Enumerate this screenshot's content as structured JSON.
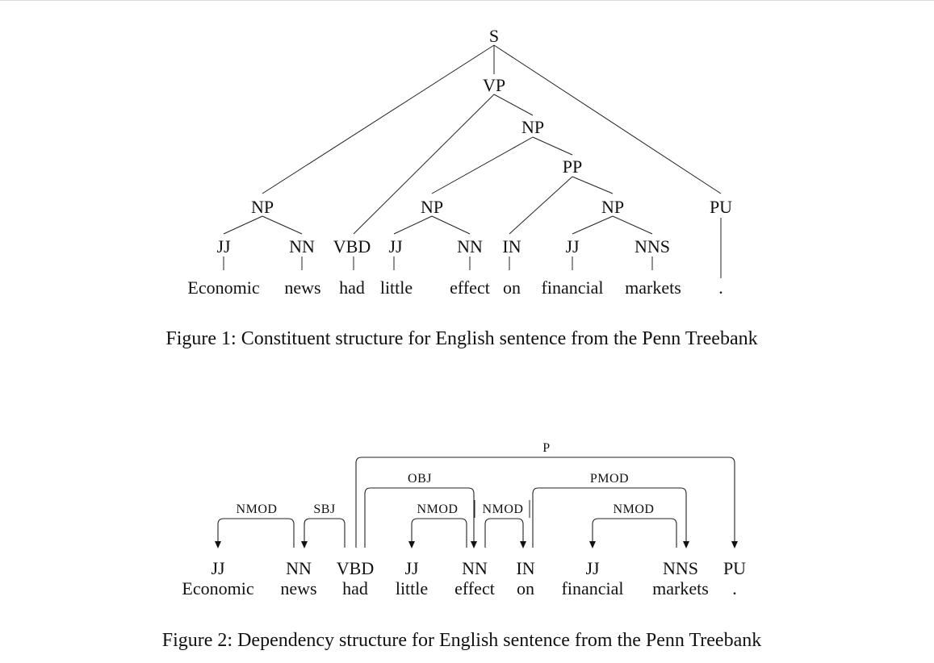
{
  "figure1": {
    "caption": "Figure 1: Constituent structure for English sentence from the Penn Treebank",
    "phrase_nodes": [
      {
        "id": "s",
        "label": "S"
      },
      {
        "id": "vp",
        "label": "VP"
      },
      {
        "id": "np-obj",
        "label": "NP"
      },
      {
        "id": "pp",
        "label": "PP"
      },
      {
        "id": "np-subj",
        "label": "NP"
      },
      {
        "id": "np-effect",
        "label": "NP"
      },
      {
        "id": "np-markets",
        "label": "NP"
      },
      {
        "id": "pu",
        "label": "PU"
      }
    ],
    "pos_tags": [
      "JJ",
      "NN",
      "VBD",
      "JJ",
      "NN",
      "IN",
      "JJ",
      "NNS"
    ],
    "words": [
      "Economic",
      "news",
      "had",
      "little",
      "effect",
      "on",
      "financial",
      "markets",
      "."
    ]
  },
  "figure2": {
    "caption": "Figure 2: Dependency structure for English sentence from the Penn Treebank",
    "pos_tags": [
      "JJ",
      "NN",
      "VBD",
      "JJ",
      "NN",
      "IN",
      "JJ",
      "NNS",
      "PU"
    ],
    "words": [
      "Economic",
      "news",
      "had",
      "little",
      "effect",
      "on",
      "financial",
      "markets",
      "."
    ],
    "arcs": [
      {
        "label": "NMOD",
        "head": "news",
        "dependent": "Economic"
      },
      {
        "label": "SBJ",
        "head": "had",
        "dependent": "news"
      },
      {
        "label": "OBJ",
        "head": "had",
        "dependent": "effect"
      },
      {
        "label": "NMOD",
        "head": "effect",
        "dependent": "little"
      },
      {
        "label": "NMOD",
        "head": "effect",
        "dependent": "on"
      },
      {
        "label": "PMOD",
        "head": "on",
        "dependent": "markets"
      },
      {
        "label": "NMOD",
        "head": "markets",
        "dependent": "financial"
      },
      {
        "label": "P",
        "head": "had",
        "dependent": "."
      }
    ]
  }
}
